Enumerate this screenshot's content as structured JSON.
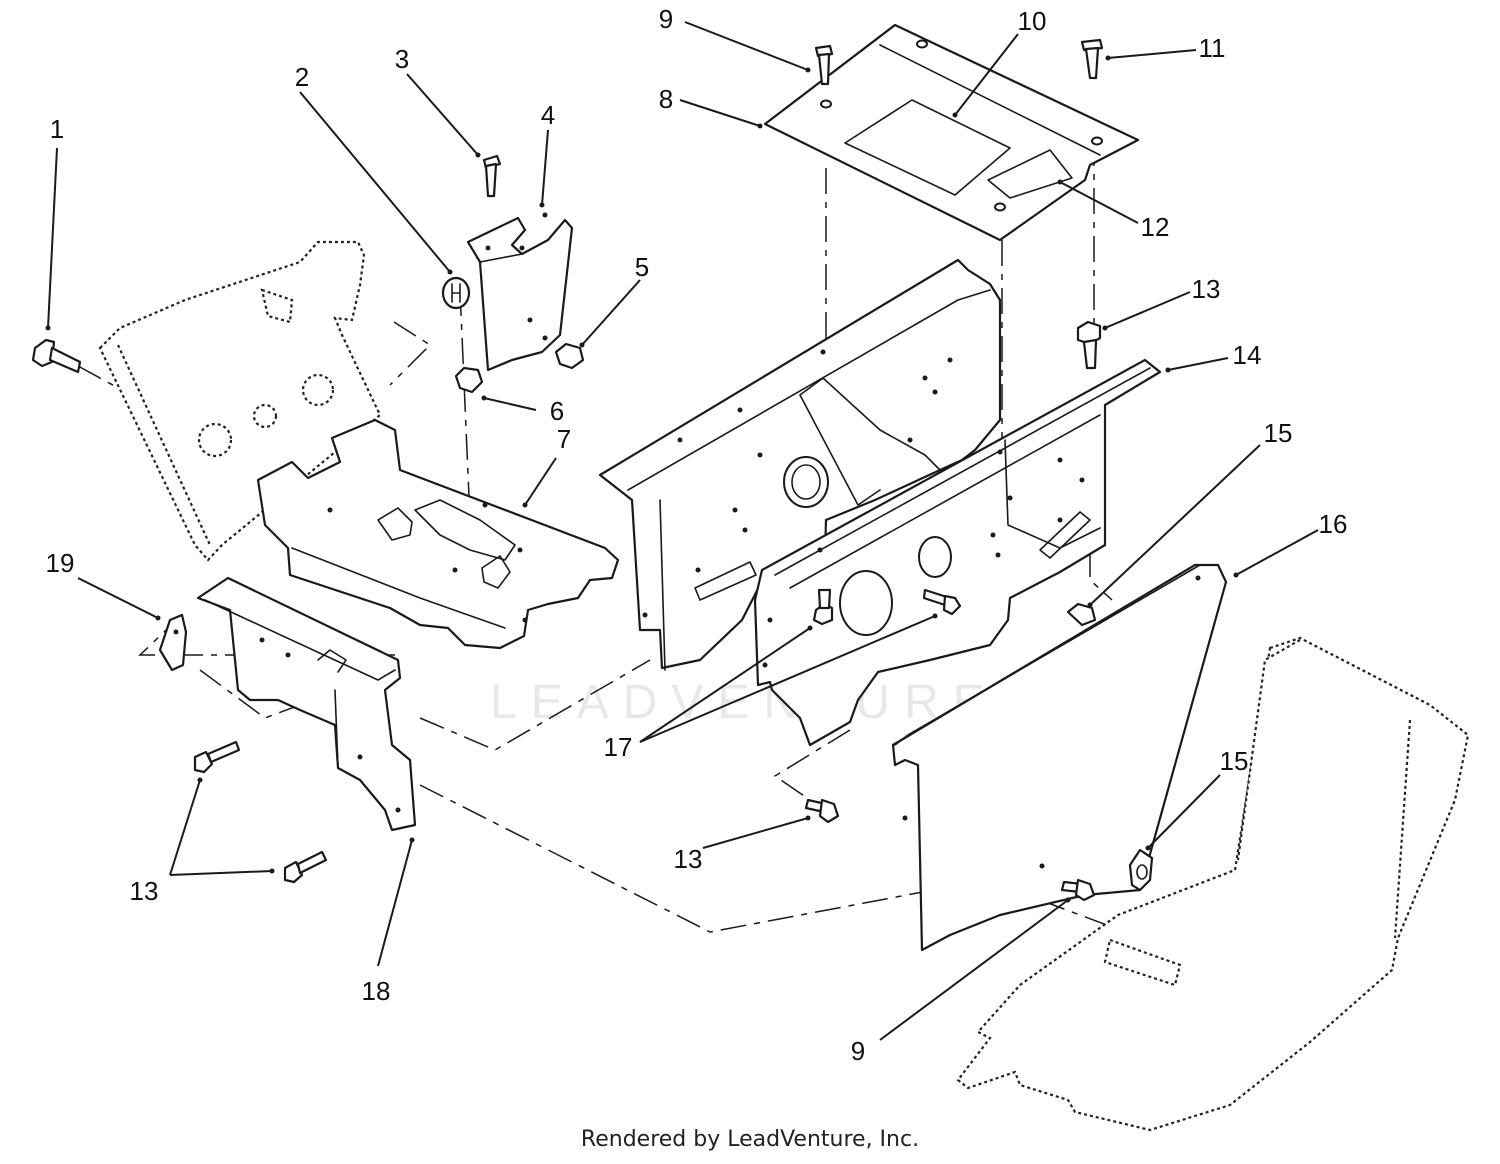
{
  "watermark": "LEADVENTURE",
  "footer": "Rendered by LeadVenture, Inc.",
  "callouts": [
    {
      "id": "c1",
      "label": "1"
    },
    {
      "id": "c2",
      "label": "2"
    },
    {
      "id": "c3",
      "label": "3"
    },
    {
      "id": "c4",
      "label": "4"
    },
    {
      "id": "c5",
      "label": "5"
    },
    {
      "id": "c6",
      "label": "6"
    },
    {
      "id": "c7",
      "label": "7"
    },
    {
      "id": "c8",
      "label": "8"
    },
    {
      "id": "c9a",
      "label": "9"
    },
    {
      "id": "c10",
      "label": "10"
    },
    {
      "id": "c11",
      "label": "11"
    },
    {
      "id": "c12",
      "label": "12"
    },
    {
      "id": "c13a",
      "label": "13"
    },
    {
      "id": "c14",
      "label": "14"
    },
    {
      "id": "c15a",
      "label": "15"
    },
    {
      "id": "c16",
      "label": "16"
    },
    {
      "id": "c19",
      "label": "19"
    },
    {
      "id": "c17",
      "label": "17"
    },
    {
      "id": "c13b",
      "label": "13"
    },
    {
      "id": "c13c",
      "label": "13"
    },
    {
      "id": "c18",
      "label": "18"
    },
    {
      "id": "c15b",
      "label": "15"
    },
    {
      "id": "c9b",
      "label": "9"
    }
  ]
}
